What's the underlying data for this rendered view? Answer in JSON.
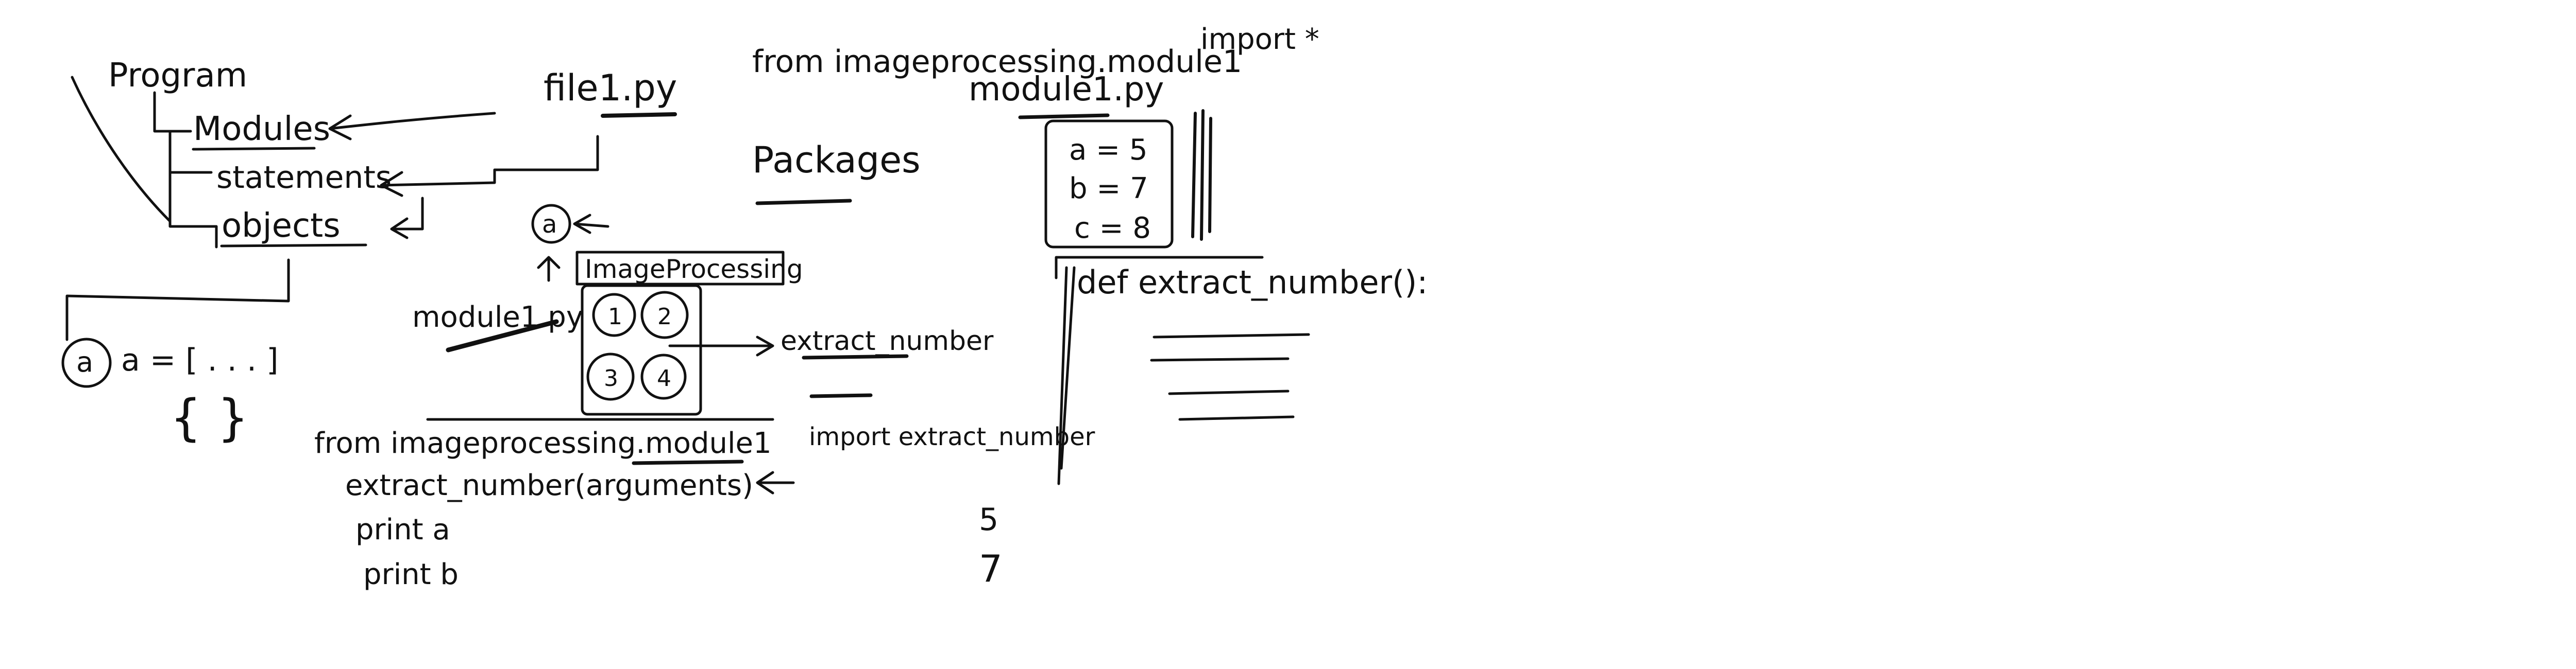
{
  "notes": {
    "program": "Program",
    "modules": "Modules",
    "statements": "statements",
    "objects": "objects",
    "file": "file1.py",
    "a_symbol": "a",
    "a_assign": "a = [ . . . ]",
    "braces": "{ }",
    "image_processing": "ImageProcessing",
    "module1_left": "module1.py",
    "box_labels": [
      "1",
      "2",
      "3",
      "4"
    ],
    "extract_number_arrow": "extract_number",
    "import_line_left": "from imageprocessing.module1",
    "import_extract_left": "import extract_number",
    "call_line": "extract_number(arguments)",
    "print_a": "print a",
    "print_b": "print b",
    "import_line_top": "from imageprocessing.module1",
    "import_star": "import *",
    "packages": "Packages",
    "module1_right": "module1.py",
    "code_a": "a = 5",
    "code_b": "b = 7",
    "code_c": "c = 8",
    "result_1": "5",
    "result_2": "7",
    "def_line": "def extract_number():"
  }
}
